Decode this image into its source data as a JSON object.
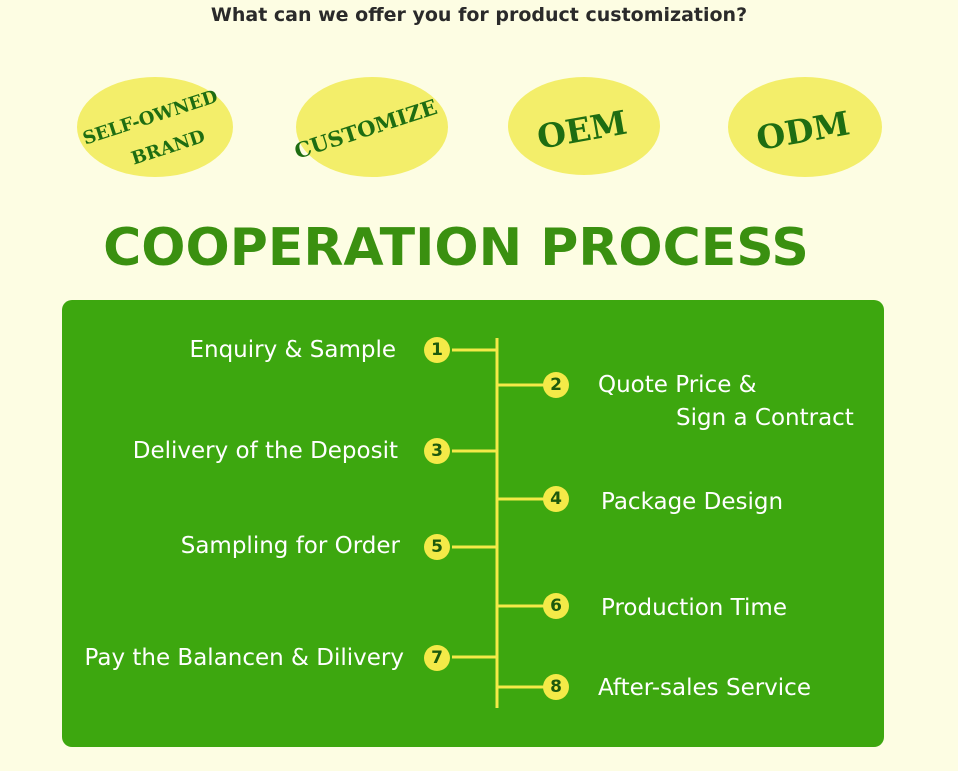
{
  "header": {
    "question": "What can we offer you for product customization?"
  },
  "offers": [
    {
      "line1": "SELF-OWNED",
      "line2": "BRAND"
    },
    {
      "line1": "CUSTOMIZE"
    },
    {
      "line1": "OEM"
    },
    {
      "line1": "ODM"
    }
  ],
  "process": {
    "title": "COOPERATION PROCESS",
    "steps": [
      {
        "num": "1",
        "label": "Enquiry & Sample"
      },
      {
        "num": "2",
        "label": "Quote Price &",
        "label2": "Sign a Contract"
      },
      {
        "num": "3",
        "label": "Delivery of the Deposit"
      },
      {
        "num": "4",
        "label": "Package Design"
      },
      {
        "num": "5",
        "label": "Sampling for Order"
      },
      {
        "num": "6",
        "label": "Production Time"
      },
      {
        "num": "7",
        "label": "Pay the Balancen & Dilivery"
      },
      {
        "num": "8",
        "label": "After-sales Service"
      }
    ]
  },
  "colors": {
    "background": "#fdfde3",
    "oval": "#f3ee6a",
    "panel": "#3da70f",
    "title": "#3a9010",
    "badge": "#f4ea48",
    "line": "#f4ea48"
  }
}
